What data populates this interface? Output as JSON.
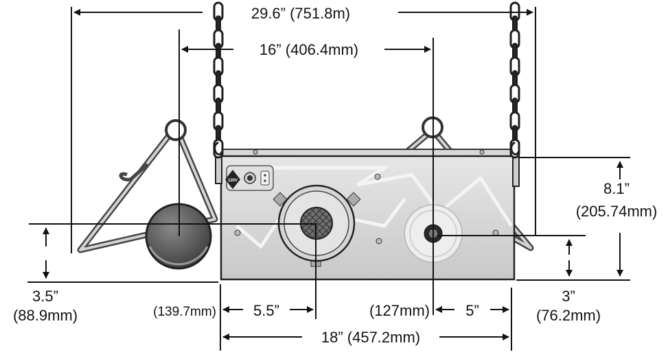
{
  "dimensions": {
    "overall_width": "29.6” (751.8m)",
    "center_span": "16” (406.4mm)",
    "height_in": "8.1”",
    "height_mm": "(205.74mm)",
    "left_drop_in": "3.5”",
    "left_drop_mm": "(88.9mm)",
    "right_drop_in": "3”",
    "right_drop_mm": "(76.2mm)",
    "left_offset_mm": "(139.7mm)",
    "left_offset_in": "5.5”",
    "right_offset_mm": "(127mm)",
    "right_offset_in": "5”",
    "box_width": "18” (457.2mm)"
  },
  "device": {
    "voltage_label": "120V"
  }
}
